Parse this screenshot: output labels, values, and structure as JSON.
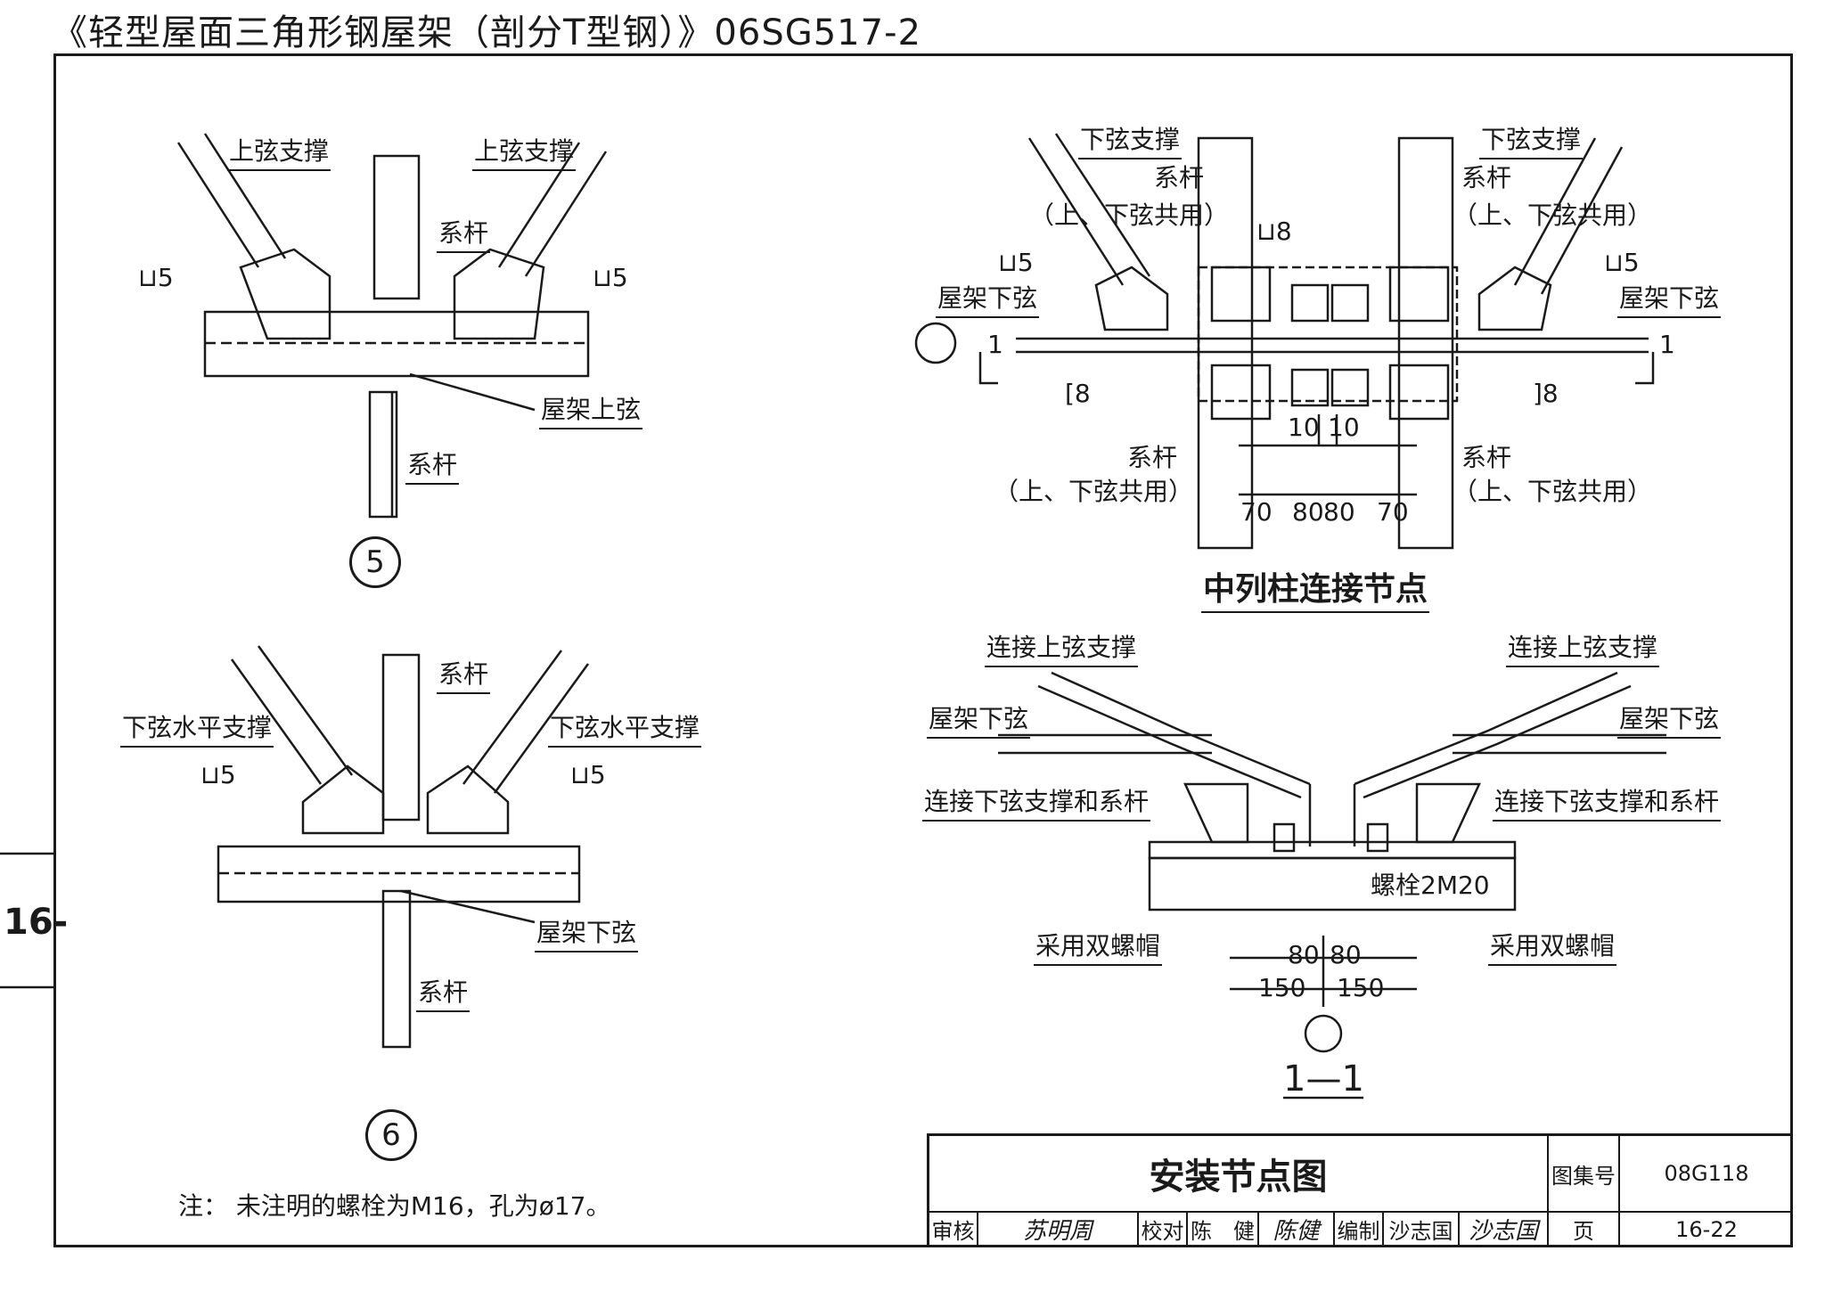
{
  "header_title": "《轻型屋面三角形钢屋架（剖分T型钢）》06SG517-2",
  "side_page_number": "16-",
  "detail5": {
    "labels": {
      "top_chord_brace_left": "上弦支撑",
      "top_chord_brace_right": "上弦支撑",
      "tie_top": "系杆",
      "weld_left": "⊔5",
      "weld_right": "⊔5",
      "truss_top_chord": "屋架上弦",
      "tie_bottom": "系杆"
    },
    "marker": "5"
  },
  "detail6": {
    "labels": {
      "tie_top": "系杆",
      "brace_left": "下弦水平支撑",
      "brace_right": "下弦水平支撑",
      "weld_left": "⊔5",
      "weld_right": "⊔5",
      "truss_bottom_chord": "屋架下弦",
      "tie_bottom": "系杆"
    },
    "marker": "6"
  },
  "mid_column": {
    "labels": {
      "brace_left": "下弦支撑",
      "brace_right": "下弦支撑",
      "tie_left": "系杆",
      "tie_right": "系杆",
      "shared_left": "（上、下弦共用）",
      "shared_right": "（上、下弦共用）",
      "weld_center": "⊔8",
      "weld_left": "⊔5",
      "weld_right": "⊔5",
      "bottom_chord_left": "屋架下弦",
      "bottom_chord_right": "屋架下弦",
      "cut_left": "1",
      "cut_right": "1",
      "channel_left": "[8",
      "channel_right": "]8",
      "tie_low_left": "系杆",
      "tie_low_right": "系杆",
      "shared_low_left": "（上、下弦共用）",
      "shared_low_right": "（上、下弦共用）",
      "dim_10a": "10",
      "dim_10b": "10",
      "dim_70a": "70",
      "dim_80a": "80",
      "dim_80b": "80",
      "dim_70b": "70"
    },
    "title": "中列柱连接节点"
  },
  "section11": {
    "labels": {
      "connect_top_left": "连接上弦支撑",
      "connect_top_right": "连接上弦支撑",
      "bottom_chord_left": "屋架下弦",
      "bottom_chord_right": "屋架下弦",
      "connect_bot_left": "连接下弦支撑和系杆",
      "connect_bot_right": "连接下弦支撑和系杆",
      "bolt": "螺栓2M20",
      "double_nut_left": "采用双螺帽",
      "double_nut_right": "采用双螺帽",
      "dim_80a": "80",
      "dim_80b": "80",
      "dim_150a": "150",
      "dim_150b": "150"
    },
    "title": "1—1"
  },
  "note": "注： 未注明的螺栓为M16，孔为ø17。",
  "title_block": {
    "drawing_title": "安装节点图",
    "atlas_label": "图集号",
    "atlas_no": "08G118",
    "review_label": "审核",
    "review_sig": "苏明周",
    "check_label": "校对",
    "checker": "陈　健",
    "check_sig": "陈健",
    "compile_label": "编制",
    "compiler": "沙志国",
    "compile_sig": "沙志国",
    "page_label": "页",
    "page_no": "16-22"
  }
}
